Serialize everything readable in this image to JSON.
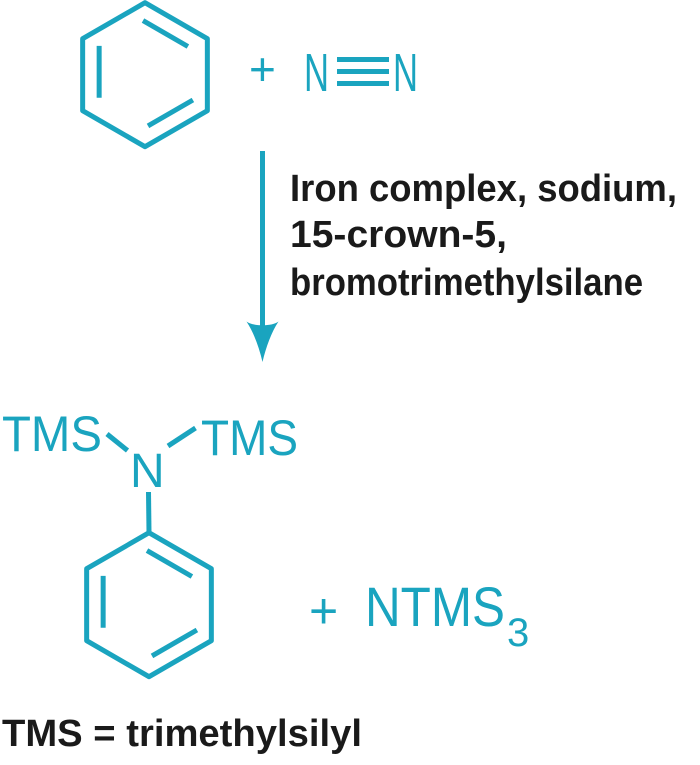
{
  "palette": {
    "teal": "#1AA4BF",
    "text_black": "#1A1A1A",
    "background": "#FFFFFF"
  },
  "reactants": {
    "plus": "+",
    "dinitrogen": {
      "n_left": "N",
      "n_right": "N",
      "bond_type": "triple"
    }
  },
  "conditions": {
    "lines": [
      "Iron complex, sodium,",
      "15-crown-5,",
      "bromotrimethylsilane"
    ]
  },
  "product": {
    "tms_left": "TMS",
    "nitrogen": "N",
    "tms_right": "TMS"
  },
  "byproduct": {
    "plus": "+",
    "formula": "NTMS",
    "subscript": "3"
  },
  "footnote": "TMS = trimethylsilyl"
}
